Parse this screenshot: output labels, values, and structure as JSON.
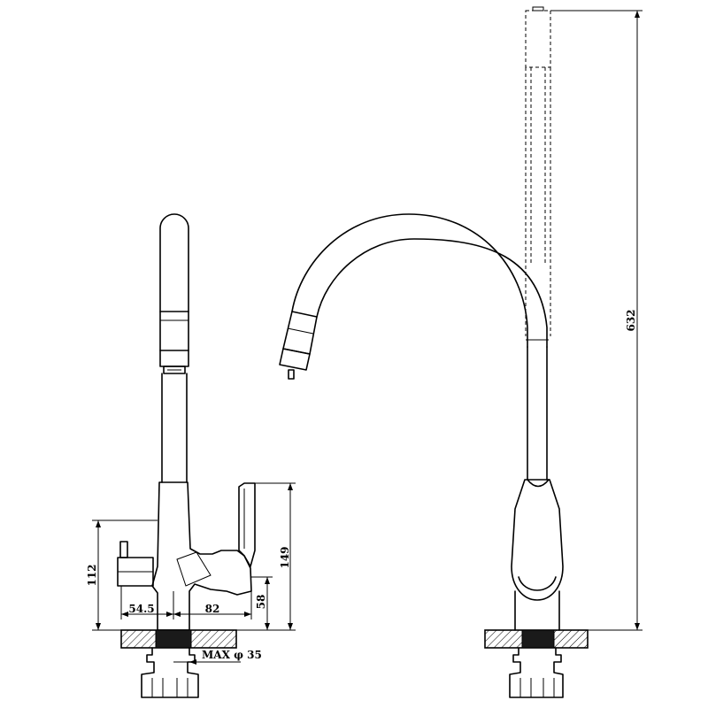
{
  "dimensions": {
    "height_total": "632",
    "body_height": "149",
    "lever_height": "112",
    "inlet_height": "58",
    "left_offset": "54.5",
    "right_offset": "82",
    "hole_max": "MAX φ 35"
  },
  "colors": {
    "line": "#000000",
    "background": "#ffffff"
  }
}
